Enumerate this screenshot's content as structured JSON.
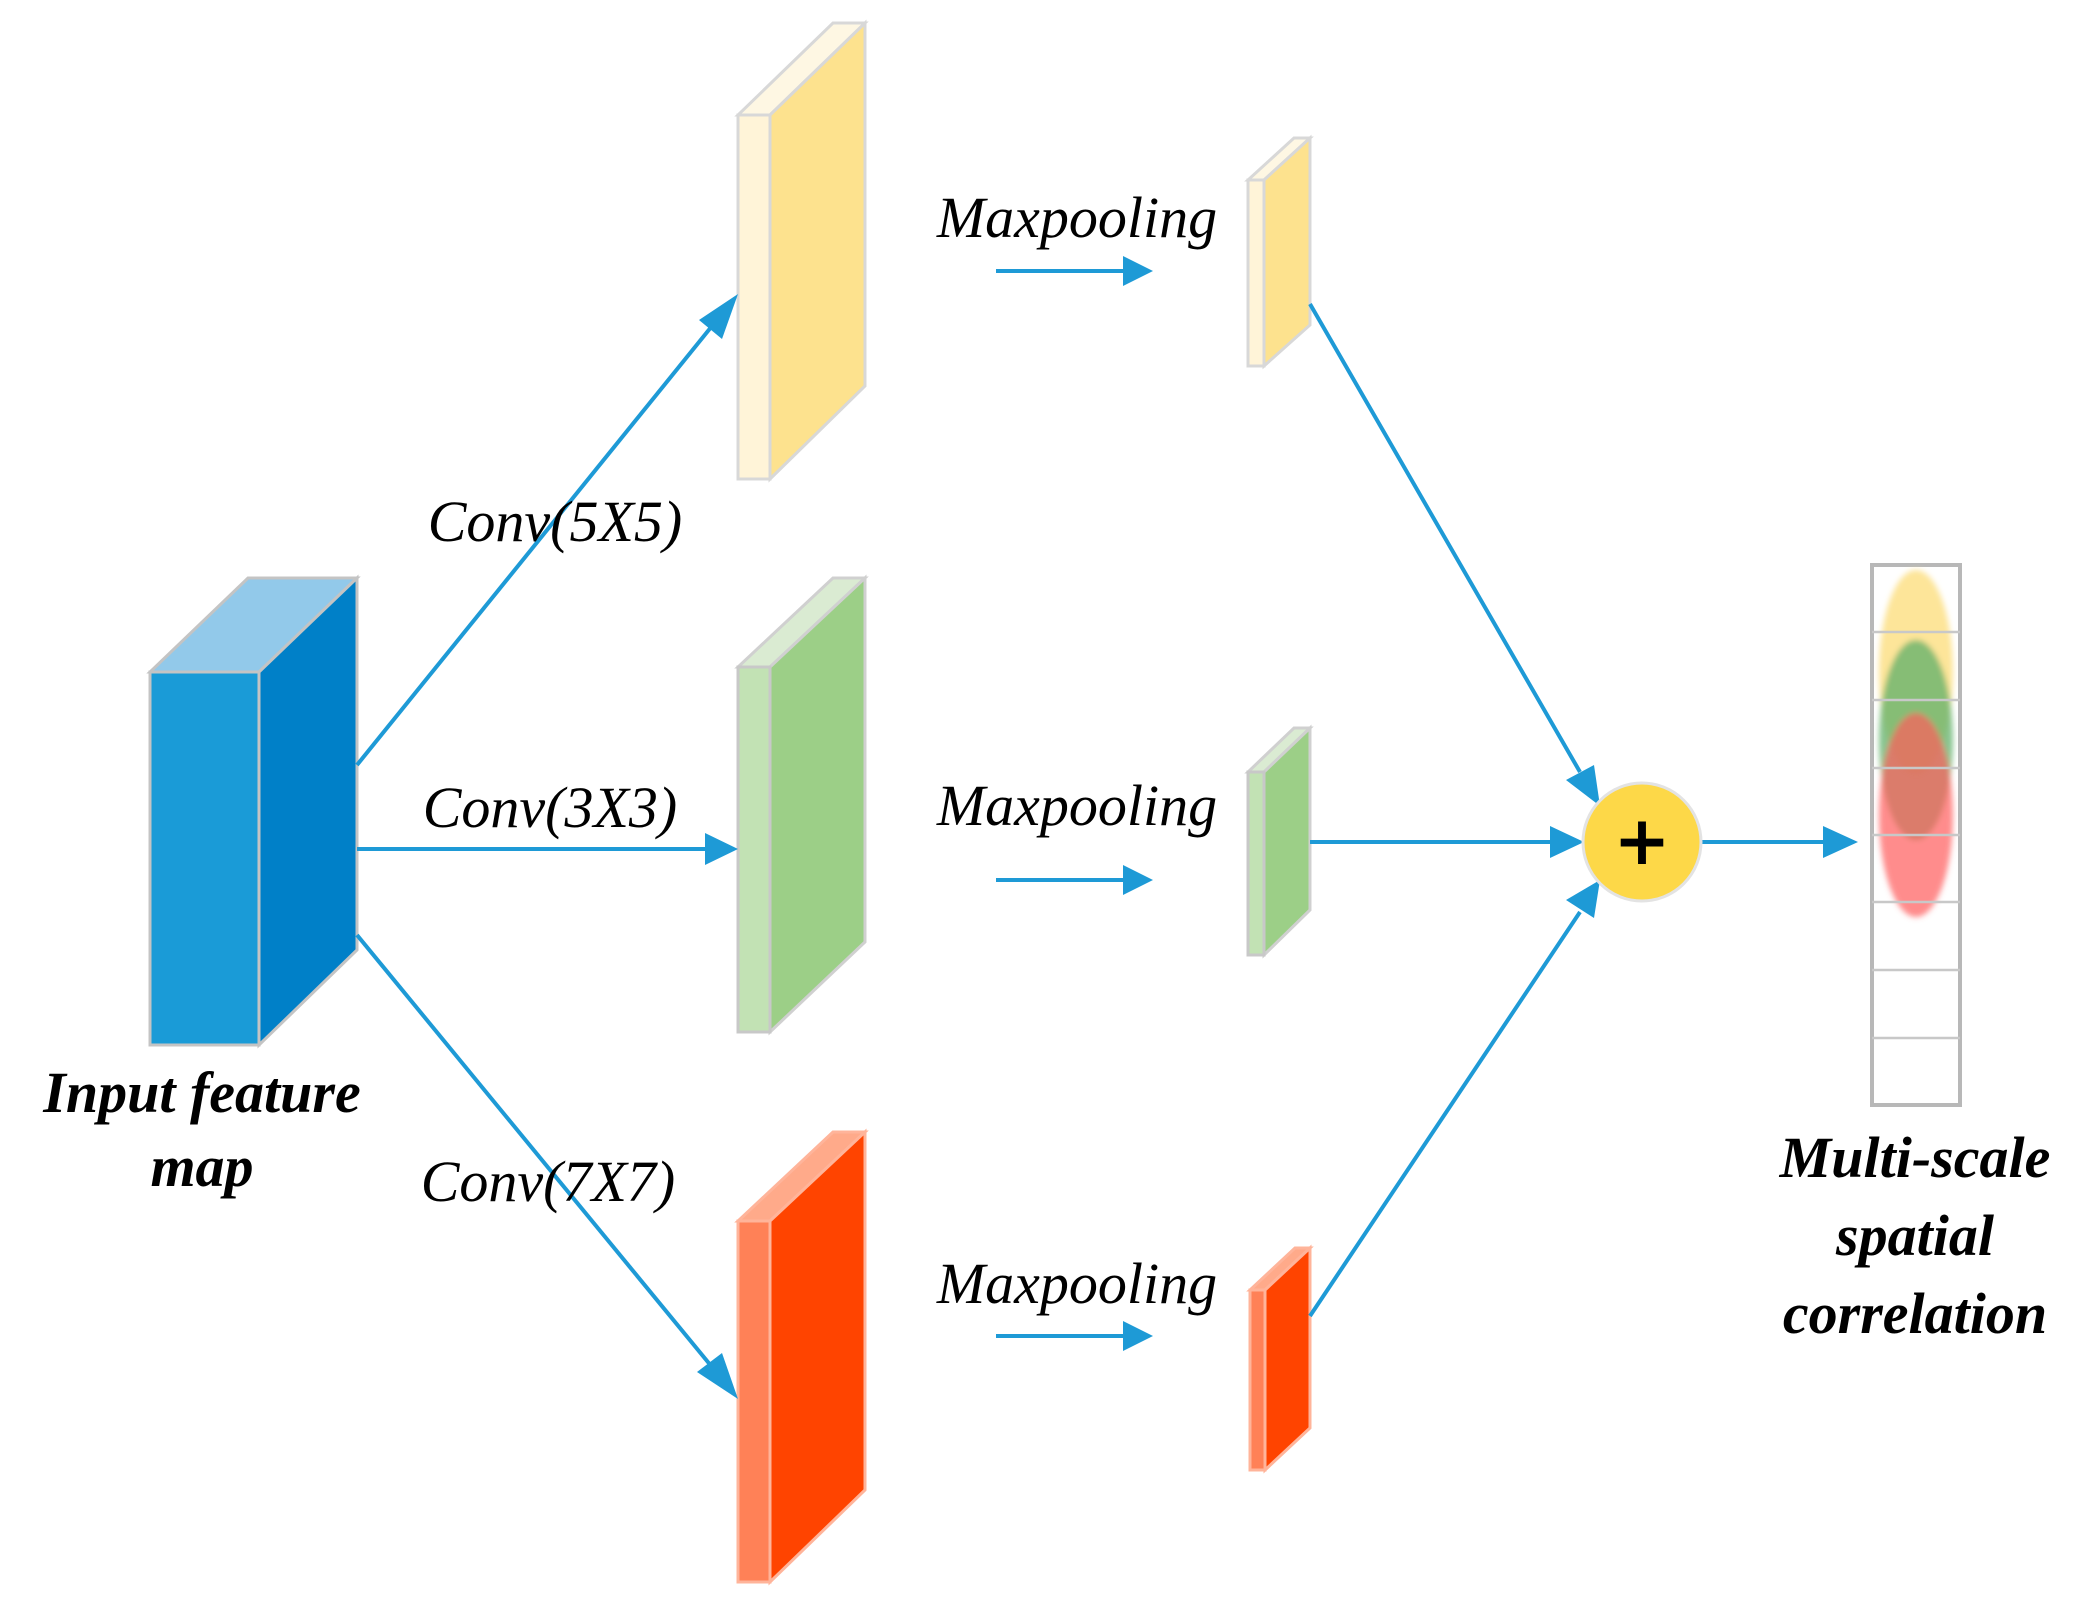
{
  "input": {
    "label_line1": "Input feature",
    "label_line2": "map"
  },
  "branches": [
    {
      "conv_label": "Conv(5X5)",
      "pool_label": "Maxpooling",
      "color": "#fde28e"
    },
    {
      "conv_label": "Conv(3X3)",
      "pool_label": "Maxpooling",
      "color": "#9ccf87"
    },
    {
      "conv_label": "Conv(7X7)",
      "pool_label": "Maxpooling",
      "color": "#ff4400"
    }
  ],
  "sum_node": {
    "symbol": "+",
    "color": "#fdd848"
  },
  "output": {
    "label_line1": "Multi-scale",
    "label_line2": "spatial",
    "label_line3": "correlation"
  },
  "colors": {
    "arrow": "#1e9ad6",
    "input_front": "#1a9bd7",
    "input_side": "#0080c8",
    "input_top": "#92c9ea"
  }
}
